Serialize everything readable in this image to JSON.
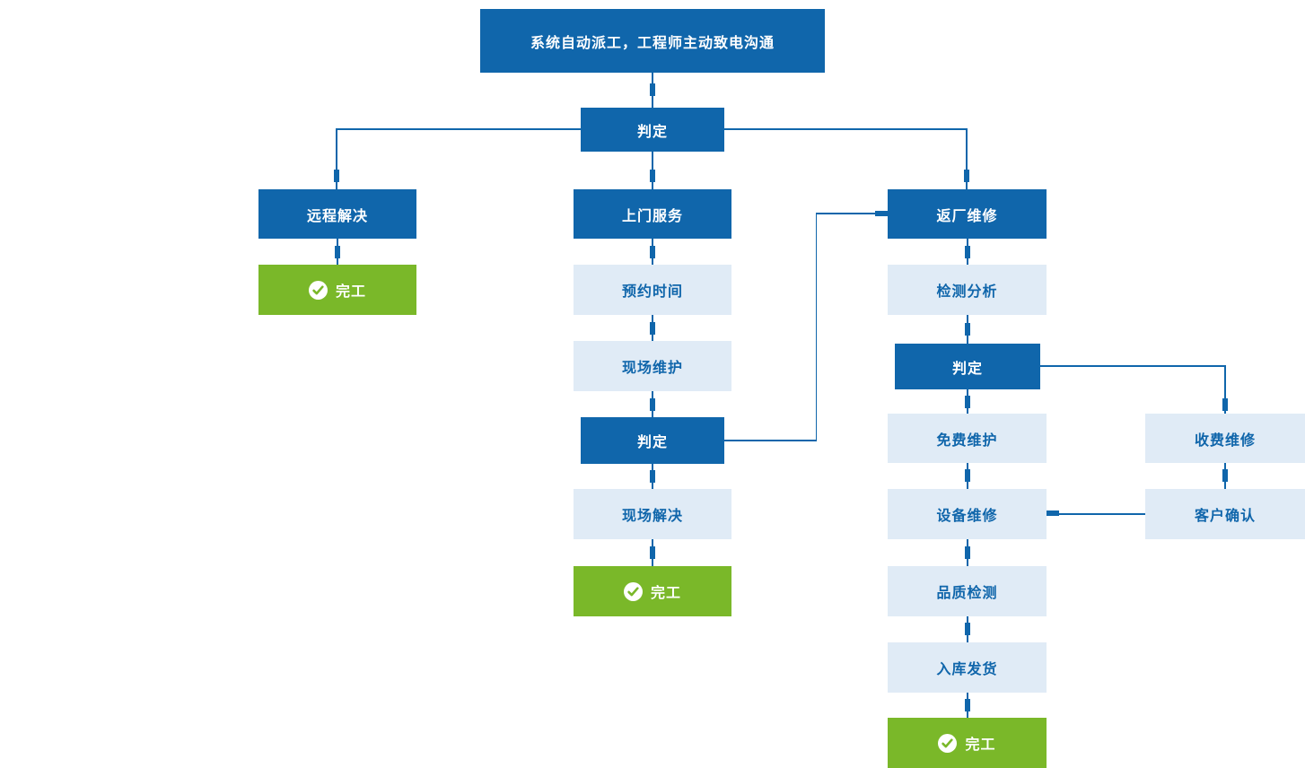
{
  "colors": {
    "dark_blue": "#1066ab",
    "light_blue": "#e0ebf6",
    "green": "#7ab829",
    "connector": "#1066ab",
    "text_on_dark": "#ffffff",
    "text_on_light": "#1066ab"
  },
  "nodes": {
    "start": {
      "label": "系统自动派工，工程师主动致电沟通"
    },
    "decision1": {
      "label": "判定"
    },
    "remote": {
      "label": "远程解决"
    },
    "remote_done": {
      "label": "完工"
    },
    "onsite": {
      "label": "上门服务"
    },
    "appointment": {
      "label": "预约时间"
    },
    "site_maintain": {
      "label": "现场维护"
    },
    "decision2": {
      "label": "判定"
    },
    "site_solve": {
      "label": "现场解决"
    },
    "onsite_done": {
      "label": "完工"
    },
    "factory": {
      "label": "返厂维修"
    },
    "inspection": {
      "label": "检测分析"
    },
    "decision3": {
      "label": "判定"
    },
    "free_repair": {
      "label": "免费维护"
    },
    "device_repair": {
      "label": "设备维修"
    },
    "quality_check": {
      "label": "品质检测"
    },
    "stock_ship": {
      "label": "入库发货"
    },
    "factory_done": {
      "label": "完工"
    },
    "paid_repair": {
      "label": "收费维修"
    },
    "customer_confirm": {
      "label": "客户确认"
    }
  }
}
